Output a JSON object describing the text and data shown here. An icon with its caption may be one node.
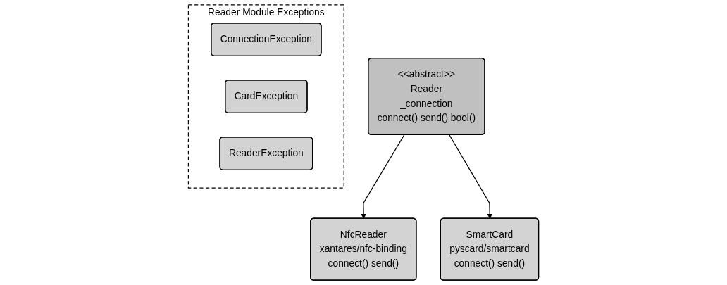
{
  "diagram": {
    "nodes": [
      {
        "text": [
          "<<abstract>>",
          "Reader",
          "_connection",
          "connect() send() bool()"
        ]
      },
      {
        "text": [
          "Reader Module Exceptions"
        ]
      },
      {
        "text": [
          "ConnectionException"
        ],
        "in": 1
      },
      {
        "text": [
          "CardException"
        ],
        "in": 1
      },
      {
        "text": [
          "ReaderException"
        ],
        "in": 1
      },
      {
        "text": [
          "NfcReader",
          "xantares/nfc-binding",
          "connect() send()"
        ]
      },
      {
        "text": [
          "SmartCard",
          "pyscard/smartcard",
          "connect() send()"
        ]
      }
    ],
    "edges": [
      {
        "from": 0,
        "to": 5,
        "arrow": "to"
      },
      {
        "from": 0,
        "to": 6,
        "arrow": "to"
      }
    ]
  }
}
